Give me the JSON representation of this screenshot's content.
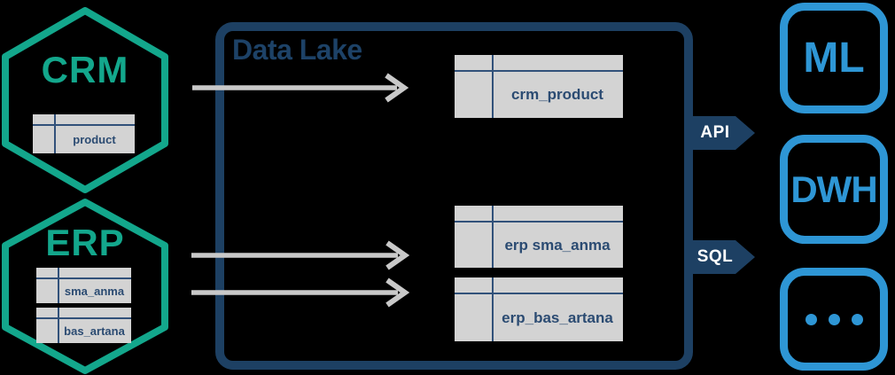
{
  "colors": {
    "background": "#000000",
    "teal": "#13a78c",
    "navy": "#1d4063",
    "blue": "#2e96d5",
    "arrow_gray": "#c9c9c9",
    "table_fill": "#d3d3d3",
    "table_line": "#31517a",
    "table_text": "#2b4b72",
    "tag_text": "#ffffff"
  },
  "sources": [
    {
      "label": "CRM",
      "tables": [
        {
          "label": "product"
        }
      ]
    },
    {
      "label": "ERP",
      "tables": [
        {
          "label": "sma_anma"
        },
        {
          "label": "bas_artana"
        }
      ]
    }
  ],
  "lake": {
    "title": "Data Lake",
    "tables": [
      {
        "label": "crm_product"
      },
      {
        "label": "erp sma_anma"
      },
      {
        "label": "erp_bas_artana"
      }
    ]
  },
  "interfaces": [
    {
      "label": "API"
    },
    {
      "label": "SQL"
    }
  ],
  "consumers": [
    {
      "label": "ML"
    },
    {
      "label": "DWH"
    },
    {
      "label": "...",
      "type": "ellipsis"
    }
  ]
}
